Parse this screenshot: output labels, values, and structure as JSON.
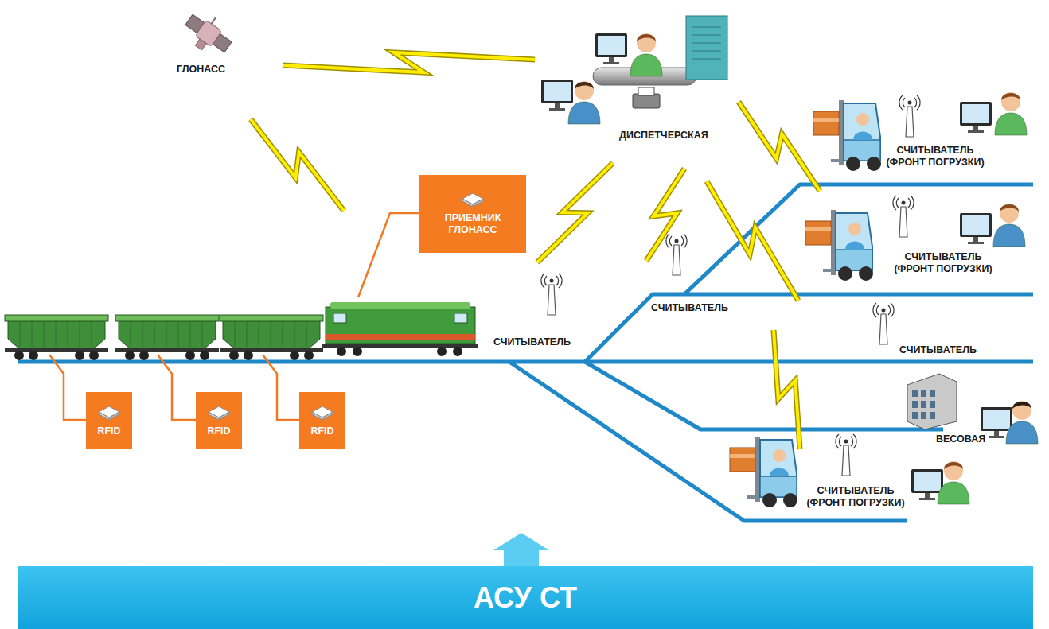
{
  "diagram": {
    "nodes": [
      {
        "text": [
          "ПРИЕМНИК ГЛОНАСС"
        ]
      },
      {
        "text": [
          "RFID"
        ]
      },
      {
        "text": [
          "RFID"
        ]
      },
      {
        "text": [
          "RFID"
        ]
      },
      {
        "text": [
          "АСУ СТ"
        ]
      }
    ],
    "labels": [
      "ГЛОНАСС",
      "ДИСПЕТЧЕРСКАЯ",
      "СЧИТЫВАТЕЛЬ (ФРОНТ ПОГРУЗКИ)",
      "СЧИТЫВАТЕЛЬ (ФРОНТ ПОГРУЗКИ)",
      "СЧИТЫВАТЕЛЬ",
      "СЧИТЫВАТЕЛЬ",
      "СЧИТЫВАТЕЛЬ",
      "ВЕСОВАЯ",
      "СЧИТЫВАТЕЛЬ (ФРОНТ ПОГРУЗКИ)"
    ]
  }
}
